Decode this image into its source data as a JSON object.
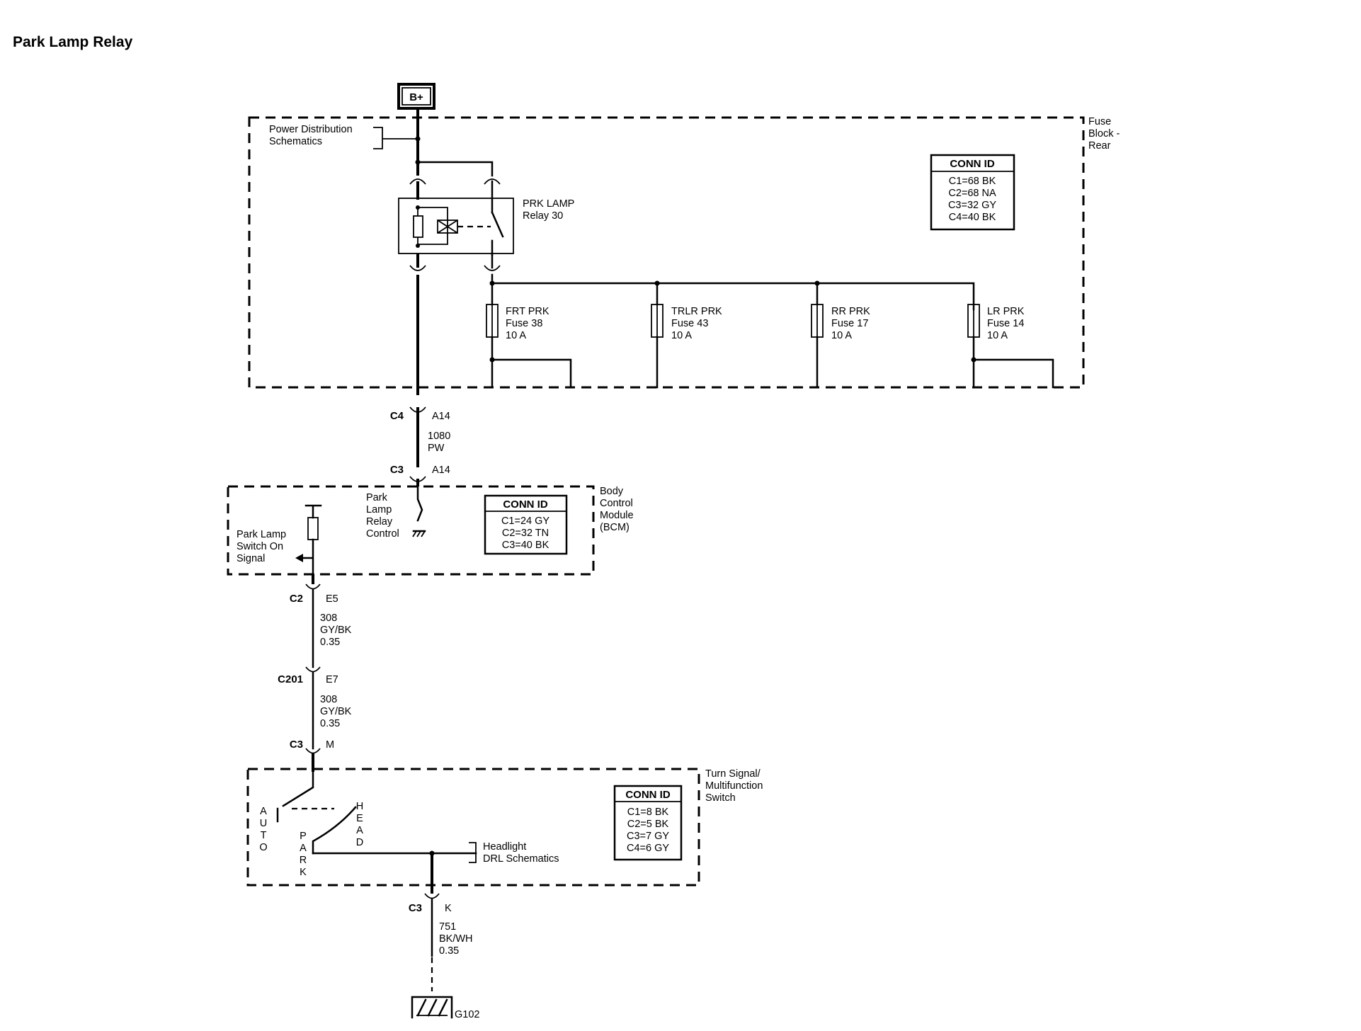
{
  "title": "Park Lamp Relay",
  "battery": "B+",
  "fuse_block": {
    "name": [
      "Fuse",
      "Block -",
      "Rear"
    ],
    "power_ref": [
      "Power Distribution",
      "Schematics"
    ],
    "relay": [
      "PRK LAMP",
      "Relay 30"
    ],
    "fuses": [
      {
        "name": "FRT PRK",
        "fuse": "Fuse 38",
        "rating": "10 A"
      },
      {
        "name": "TRLR PRK",
        "fuse": "Fuse 43",
        "rating": "10 A"
      },
      {
        "name": "RR PRK",
        "fuse": "Fuse 17",
        "rating": "10 A"
      },
      {
        "name": "LR PRK",
        "fuse": "Fuse 14",
        "rating": "10 A"
      }
    ],
    "conn_id": {
      "header": "CONN ID",
      "rows": [
        "C1=68 BK",
        "C2=68 NA",
        "C3=32 GY",
        "C4=40 BK"
      ]
    }
  },
  "wire_1080": {
    "top_connector": "C4",
    "top_pin": "A14",
    "circuit": "1080",
    "color": "PW",
    "bottom_connector": "C3",
    "bottom_pin": "A14"
  },
  "bcm": {
    "name": [
      "Body",
      "Control",
      "Module",
      "(BCM)"
    ],
    "relay_control": [
      "Park",
      "Lamp",
      "Relay",
      "Control"
    ],
    "switch_signal": [
      "Park Lamp",
      "Switch On",
      "Signal"
    ],
    "conn_id": {
      "header": "CONN ID",
      "rows": [
        "C1=24 GY",
        "C2=32 TN",
        "C3=40 BK"
      ]
    }
  },
  "wire_308_a": {
    "connector": "C2",
    "pin": "E5",
    "circuit": "308",
    "color": "GY/BK",
    "size": "0.35"
  },
  "wire_308_b": {
    "connector": "C201",
    "pin": "E7",
    "circuit": "308",
    "color": "GY/BK",
    "size": "0.35"
  },
  "switch_connector": {
    "connector": "C3",
    "pin": "M"
  },
  "turn_signal_switch": {
    "name": [
      "Turn Signal/",
      "Multifunction",
      "Switch"
    ],
    "positions": {
      "auto": [
        "A",
        "U",
        "T",
        "O"
      ],
      "park": [
        "P",
        "A",
        "R",
        "K"
      ],
      "head": [
        "H",
        "E",
        "A",
        "D"
      ]
    },
    "headlight_ref": [
      "Headlight",
      "DRL Schematics"
    ],
    "conn_id": {
      "header": "CONN ID",
      "rows": [
        "C1=8 BK",
        "C2=5 BK",
        "C3=7 GY",
        "C4=6 GY"
      ]
    }
  },
  "wire_751": {
    "connector": "C3",
    "pin": "K",
    "circuit": "751",
    "color": "BK/WH",
    "size": "0.35"
  },
  "ground": "G102"
}
